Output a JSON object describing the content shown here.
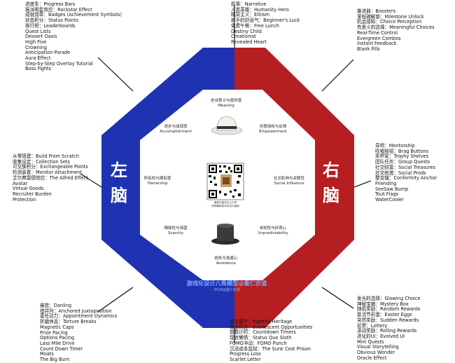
{
  "colors": {
    "left": "#1f33b2",
    "right": "#b51f22",
    "center": "#ffffff",
    "lines": "#000000"
  },
  "left_brain": "左脑",
  "right_brain": "右脑",
  "drives": [
    {
      "zh": "史诗意义与使命感",
      "en": "Meaning"
    },
    {
      "zh": "创意授权与反馈",
      "en": "Empowerment"
    },
    {
      "zh": "社交影响与关联性",
      "en": "Social Influence"
    },
    {
      "zh": "未知性与好奇心",
      "en": "Unpredictability"
    },
    {
      "zh": "损失与逃避心",
      "en": "Avoidance"
    },
    {
      "zh": "稀缺性与渴望",
      "en": "Scarcity"
    },
    {
      "zh": "所有权与拥有感",
      "en": "Ownership"
    },
    {
      "zh": "进步与成就感",
      "en": "Accomplishment"
    }
  ],
  "center_text": [
    "微信扫描关注公众号",
    "获得最新技术支持与指南"
  ],
  "watermark": "游戏化设计八角模型@墨仁亦道",
  "watermark_sub": "2016@墨仁亦道",
  "lists": {
    "top_left": [
      "进度条：Progress Bars",
      "报派明星效应：Rockstar Effect",
      "成就勋章：Badges (Achievement Symbols)",
      "状态积分：Status Points",
      "排行榜：Leaderboards",
      "Quest Lists",
      "Dessert Oasis",
      "High Five",
      "Crowning",
      "Anticipation Parade",
      "Aura Effect",
      "Step-by-Step Overlay Tutorial",
      "Boss Fights"
    ],
    "top_center": [
      "叙事：Narrative",
      "人类英雄：Humanity Hero",
      "精英主义：Elitism",
      "新手的好运气：Beginner's Luck",
      "免费午餐：Free Lunch",
      "Destiny Child",
      "Creationist",
      "Revealed Heart"
    ],
    "top_right": [
      "推进器：Boosters",
      "里程碑解锁：Milestone Unlock",
      "机会感知：Choice Perception",
      "有意义的选择：Meaningful Choices",
      "Real-Time Control",
      "Evergreen Combos",
      "Instant Feedback",
      "Blank Fills"
    ],
    "mid_left": [
      "从零搭建：Build From Scratch",
      "收集设定：Collection Sets",
      "可交换积分：Exchangeable Points",
      "检测装置：Monitor Attachment",
      "艾尔弗雷德效应：The Alfred Effect",
      "Avatar",
      "Virtual Goods",
      "Recruiter Burden",
      "Protection"
    ],
    "mid_right": [
      "导师：Mentorship",
      "吹嘘按钮：Brag Buttons",
      "奖杯架：Trophy Shelves",
      "团队任务：Group Quests",
      "社交财富：Social Treasures",
      "社交刺激：Social Prods",
      "整合锚：Conformity Anchor",
      "Friending",
      "SeeSaw Bump",
      "Tout Flags",
      "WaterCooler"
    ],
    "bottom_left": [
      "悬挂：Danling",
      "错并列：Anchored Juxtaposition",
      "委任动力：Appointment Dynamics",
      "折磨休息：Torture Breaks",
      "Magnetic Caps",
      "Prize Pacing",
      "Options Pacing",
      "Lass Mile Drive",
      "Count Down Timer",
      "Moats",
      "The Big Burn"
    ],
    "bottom_center": [
      "合法遗产：Rightful Heritage",
      "渐逝机会：Evanescent Opportunities",
      "倒数计时：Countdown Timers",
      "现状懒惰：Status Quo Sloth",
      "FOMO冲动：FOMO Punch",
      "沉没成本监狱：The Sunk Cost Prison",
      "Progress Loss",
      "Scarlet Letter"
    ],
    "bottom_right": [
      "发光的选择：Glowing Choice",
      "神秘宝箱：Mystery Box",
      "随机奖励：Random Rewards",
      "复活节彩蛋：Easter Eggs",
      "突然奖励：Sudden Rewards",
      "彩票：Lottery",
      "滚动奖励：Rolling Rewards",
      "进化的UI：Evolved UI",
      "Mini Quests",
      "Visual Storytelling",
      "Obvious Wonder",
      "Oracle Effect"
    ]
  }
}
